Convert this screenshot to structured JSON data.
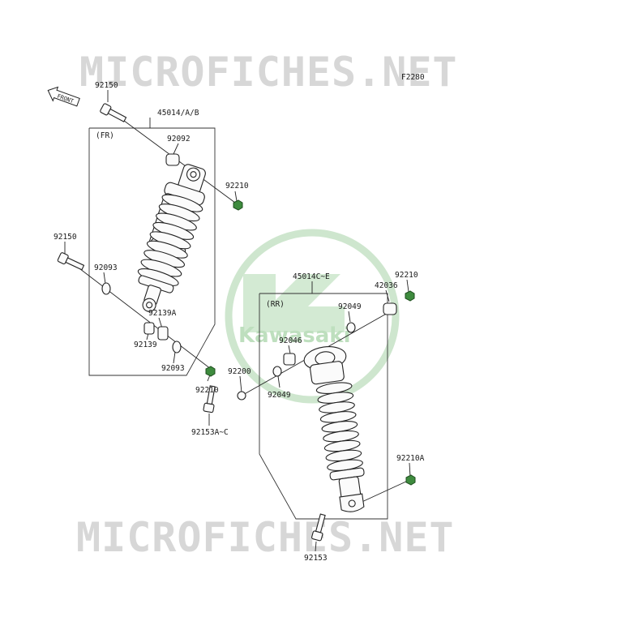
{
  "watermark": {
    "text": "MICROFICHES.NET",
    "brand": "Kawasaki"
  },
  "figure_code": "F2280",
  "front_arrow_label": "FRONT",
  "groups": {
    "front": "(FR)",
    "rear": "(RR)"
  },
  "labels": {
    "p92150_top": "92150",
    "p45014": "45014/A/B",
    "p92092": "92092",
    "p92210_top": "92210",
    "p92150_mid": "92150",
    "p92093_top": "92093",
    "p92139A": "92139A",
    "p92139": "92139",
    "p92093_bot": "92093",
    "p92210_fr_bot": "92210",
    "p92200": "92200",
    "p92153A": "92153A~C",
    "p45014C": "45014C~E",
    "p92210_rr_top": "92210",
    "p42036": "42036",
    "p92049_top": "92049",
    "p92046": "92046",
    "p92049_bot": "92049",
    "p92210A": "92210A",
    "p92153": "92153"
  },
  "colors": {
    "nut_green": "#3e8b3e",
    "watermark_gray": "#d7d7d7",
    "logo_green": "#b8dcb8"
  }
}
